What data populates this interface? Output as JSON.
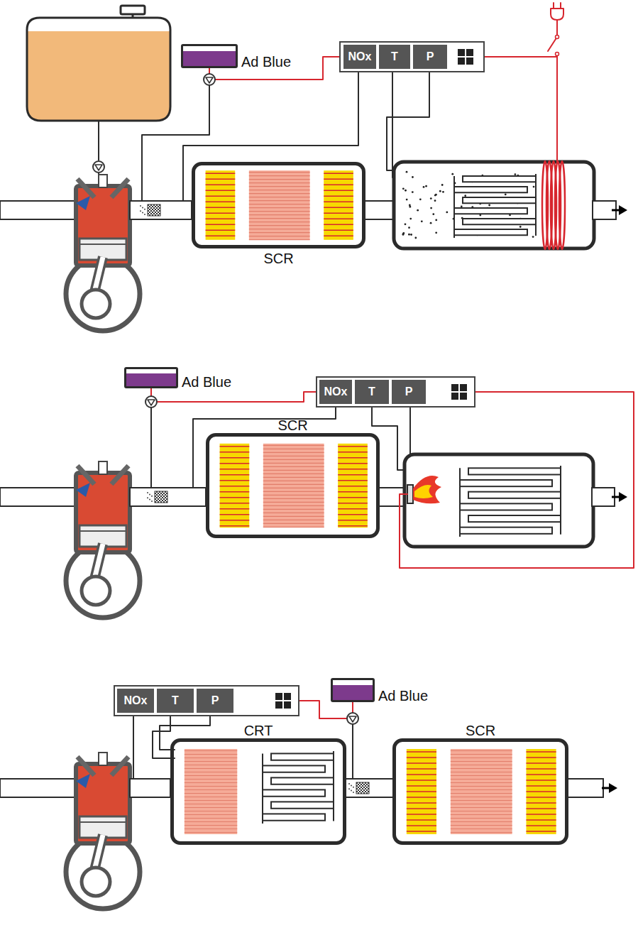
{
  "diagram": {
    "nodes": [
      {
        "text": [
          "Ad Blue"
        ]
      },
      {},
      {
        "text": [
          "NOx"
        ],
        "in": 1
      },
      {
        "text": [
          "T"
        ],
        "in": 1
      },
      {
        "text": [
          "P"
        ],
        "in": 1
      },
      {
        "text": [
          "SCR"
        ]
      },
      {
        "text": [
          "Ad Blue"
        ]
      },
      {},
      {
        "text": [
          "NOx"
        ],
        "in": 7
      },
      {
        "text": [
          "T"
        ],
        "in": 7
      },
      {
        "text": [
          "P"
        ],
        "in": 7
      },
      {
        "text": [
          "SCR"
        ]
      },
      {},
      {
        "text": [
          "NOx"
        ],
        "in": 12
      },
      {
        "text": [
          "T"
        ],
        "in": 12
      },
      {
        "text": [
          "P"
        ],
        "in": 12
      },
      {
        "text": [
          "Ad Blue"
        ]
      },
      {
        "text": [
          "CRT"
        ]
      },
      {
        "text": [
          "SCR"
        ]
      }
    ],
    "edges": [
      {
        "from": 1,
        "to": 0,
        "arrow": "none"
      },
      {
        "from": 7,
        "to": 6,
        "arrow": "none"
      },
      {
        "from": 12,
        "to": 16,
        "arrow": "none"
      }
    ]
  }
}
